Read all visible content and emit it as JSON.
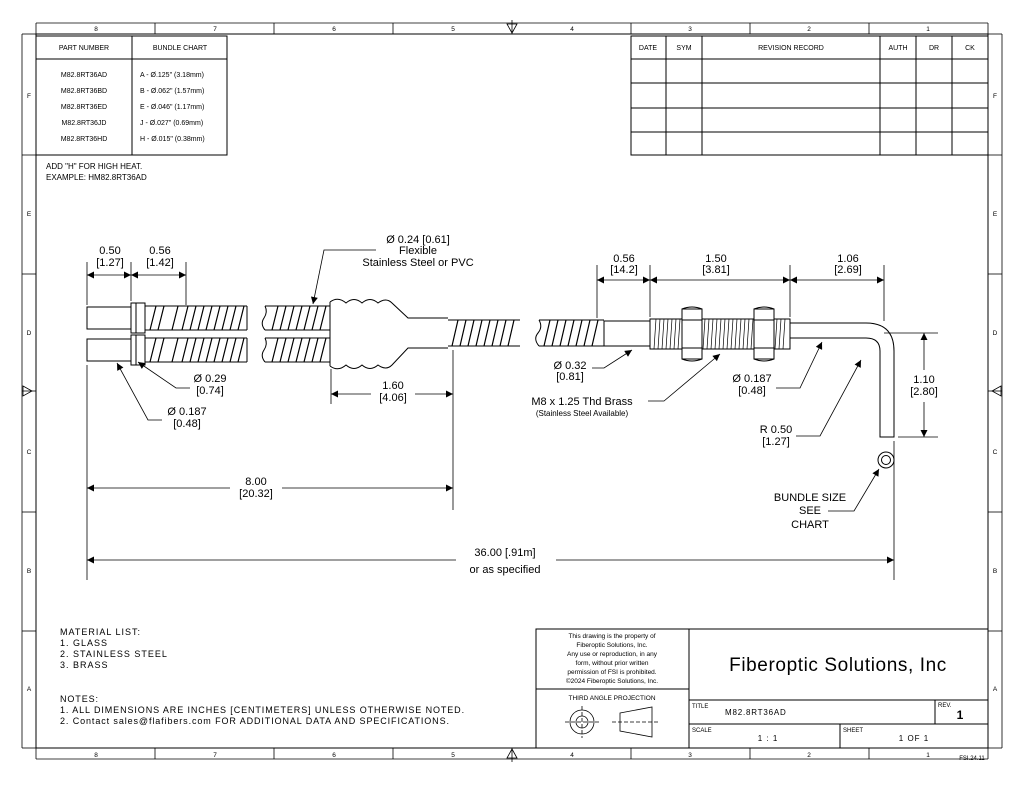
{
  "zones": {
    "columns": [
      "8",
      "7",
      "6",
      "5",
      "4",
      "3",
      "2",
      "1"
    ],
    "rows": [
      "F",
      "E",
      "D",
      "C",
      "B",
      "A"
    ]
  },
  "bundle_table": {
    "headers": [
      "PART NUMBER",
      "BUNDLE CHART"
    ],
    "rows": [
      [
        "M82.8RT36AD",
        "A - Ø.125\" (3.18mm)"
      ],
      [
        "M82.8RT36BD",
        "B - Ø.062\" (1.57mm)"
      ],
      [
        "M82.8RT36ED",
        "E - Ø.046\" (1.17mm)"
      ],
      [
        "M82.8RT36JD",
        "J - Ø.027\" (0.69mm)"
      ],
      [
        "M82.8RT36HD",
        "H - Ø.015\" (0.38mm)"
      ]
    ]
  },
  "revision_table": {
    "headers": [
      "DATE",
      "SYM",
      "REVISION RECORD",
      "AUTH",
      "DR",
      "CK"
    ]
  },
  "high_heat_note": [
    "ADD \"H\" FOR HIGH HEAT.",
    "EXAMPLE: HM82.8RT36AD"
  ],
  "dimensions": {
    "d050": [
      "0.50",
      "[1.27]"
    ],
    "d056a": [
      "0.56",
      "[1.42]"
    ],
    "flex": [
      "Ø 0.24 [0.61]",
      "Flexible",
      "Stainless Steel or PVC"
    ],
    "d056b": [
      "0.56",
      "[14.2]"
    ],
    "d150": [
      "1.50",
      "[3.81]"
    ],
    "d106": [
      "1.06",
      "[2.69]"
    ],
    "d029": [
      "Ø 0.29",
      "[0.74]"
    ],
    "d0187a": [
      "Ø 0.187",
      "[0.48]"
    ],
    "d160": [
      "1.60",
      "[4.06]"
    ],
    "d032": [
      "Ø 0.32",
      "[0.81]"
    ],
    "thread": [
      "M8 x 1.25 Thd Brass",
      "(Stainless Steel Available)"
    ],
    "d0187b": [
      "Ø 0.187",
      "[0.48]"
    ],
    "d110": [
      "1.10",
      "[2.80]"
    ],
    "r050": [
      "R 0.50",
      "[1.27]"
    ],
    "bundle_size": [
      "BUNDLE SIZE",
      "SEE",
      "CHART"
    ],
    "d800": [
      "8.00",
      "[20.32]"
    ],
    "d3600": [
      "36.00 [.91m]",
      "or as specified"
    ]
  },
  "material_list": {
    "title": "MATERIAL LIST:",
    "items": [
      "1.   GLASS",
      "2.   STAINLESS STEEL",
      "3.   BRASS"
    ]
  },
  "notes": {
    "title": "NOTES:",
    "items": [
      "1.   ALL DIMENSIONS ARE INCHES [CENTIMETERS] UNLESS OTHERWISE NOTED.",
      "2.   Contact sales@flafibers.com FOR ADDITIONAL DATA AND SPECIFICATIONS."
    ]
  },
  "title_block": {
    "property_notice": [
      "This drawing is the property of",
      "Fiberoptic Solutions, Inc.",
      "Any use or reproduction, in any",
      "form, without prior written",
      "permission of FSI is prohibited.",
      "©2024 Fiberoptic Solutions, Inc."
    ],
    "company": "Fiberoptic Solutions, Inc",
    "projection": "THIRD ANGLE PROJECTION",
    "title_label": "TITLE",
    "title_value": "M82.8RT36AD",
    "rev_label": "REV.",
    "rev_value": "1",
    "scale_label": "SCALE",
    "scale_value": "1 : 1",
    "sheet_label": "SHEET",
    "sheet_value": "1  OF 1",
    "form_code": "FSI.24.11"
  }
}
